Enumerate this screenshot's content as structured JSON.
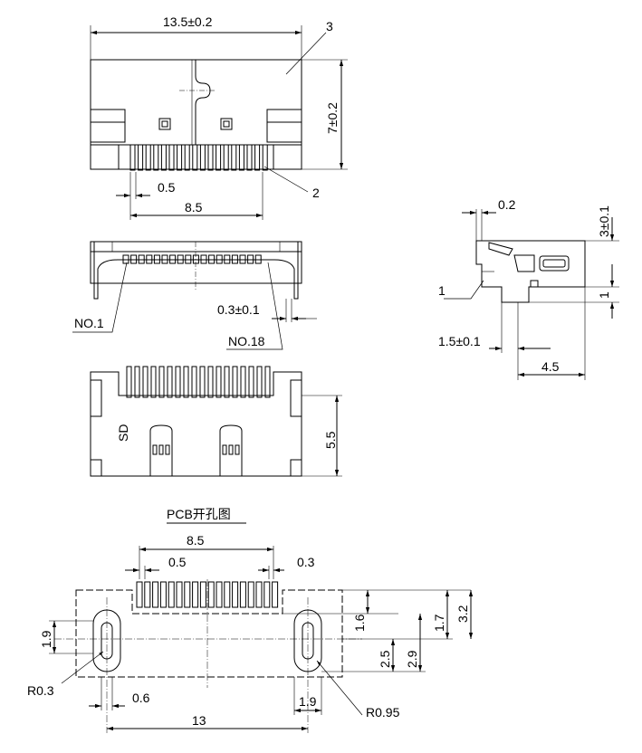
{
  "views": {
    "top": {
      "width_dim": "13.5±0.2",
      "height_dim": "7±0.2",
      "pitch_dim": "0.5",
      "span_dim": "8.5",
      "callout_3": "3",
      "callout_2": "2"
    },
    "front": {
      "pin_width_dim": "0.3±0.1",
      "pin_first": "NO.1",
      "pin_last": "NO.18"
    },
    "bottom": {
      "depth_dim": "5.5",
      "sd_label": "SD"
    },
    "side": {
      "t_dim": "0.2",
      "height_dim": "3±0.1",
      "callout_1": "1",
      "step_dim": "1",
      "offset_dim": "1.5±0.1",
      "depth_dim": "4.5"
    },
    "pcb": {
      "title": "PCB开孔图",
      "span_dim": "8.5",
      "pitch_dim": "0.5",
      "pad_width_dim": "0.3",
      "dim_1_9_left": "1.9",
      "dim_1_6": "1.6",
      "dim_1_7": "1.7",
      "dim_3_2": "3.2",
      "dim_2_5": "2.5",
      "dim_2_9": "2.9",
      "r_left": "R0.3",
      "dim_0_6": "0.6",
      "dim_1_9_bottom": "1.9",
      "r_right": "R0.95",
      "hole_spacing": "13"
    }
  },
  "colors": {
    "line": "#000000",
    "paper": "#ffffff"
  }
}
